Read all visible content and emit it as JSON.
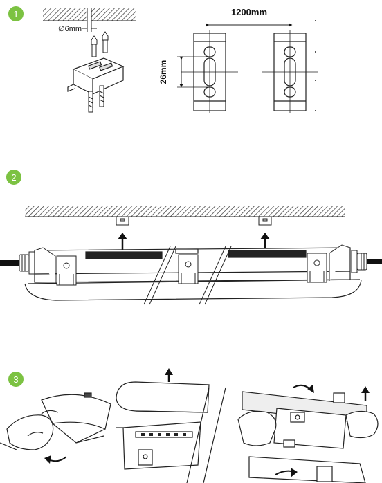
{
  "colors": {
    "badge": "#7cc242",
    "line": "#1a1a1a",
    "hatch": "#555555"
  },
  "steps": [
    {
      "number": "1"
    },
    {
      "number": "2"
    },
    {
      "number": "3"
    }
  ],
  "step1": {
    "drill_diameter_label": "∅6mm",
    "spacing_label": "1200mm",
    "slot_height_label": "26mm"
  }
}
